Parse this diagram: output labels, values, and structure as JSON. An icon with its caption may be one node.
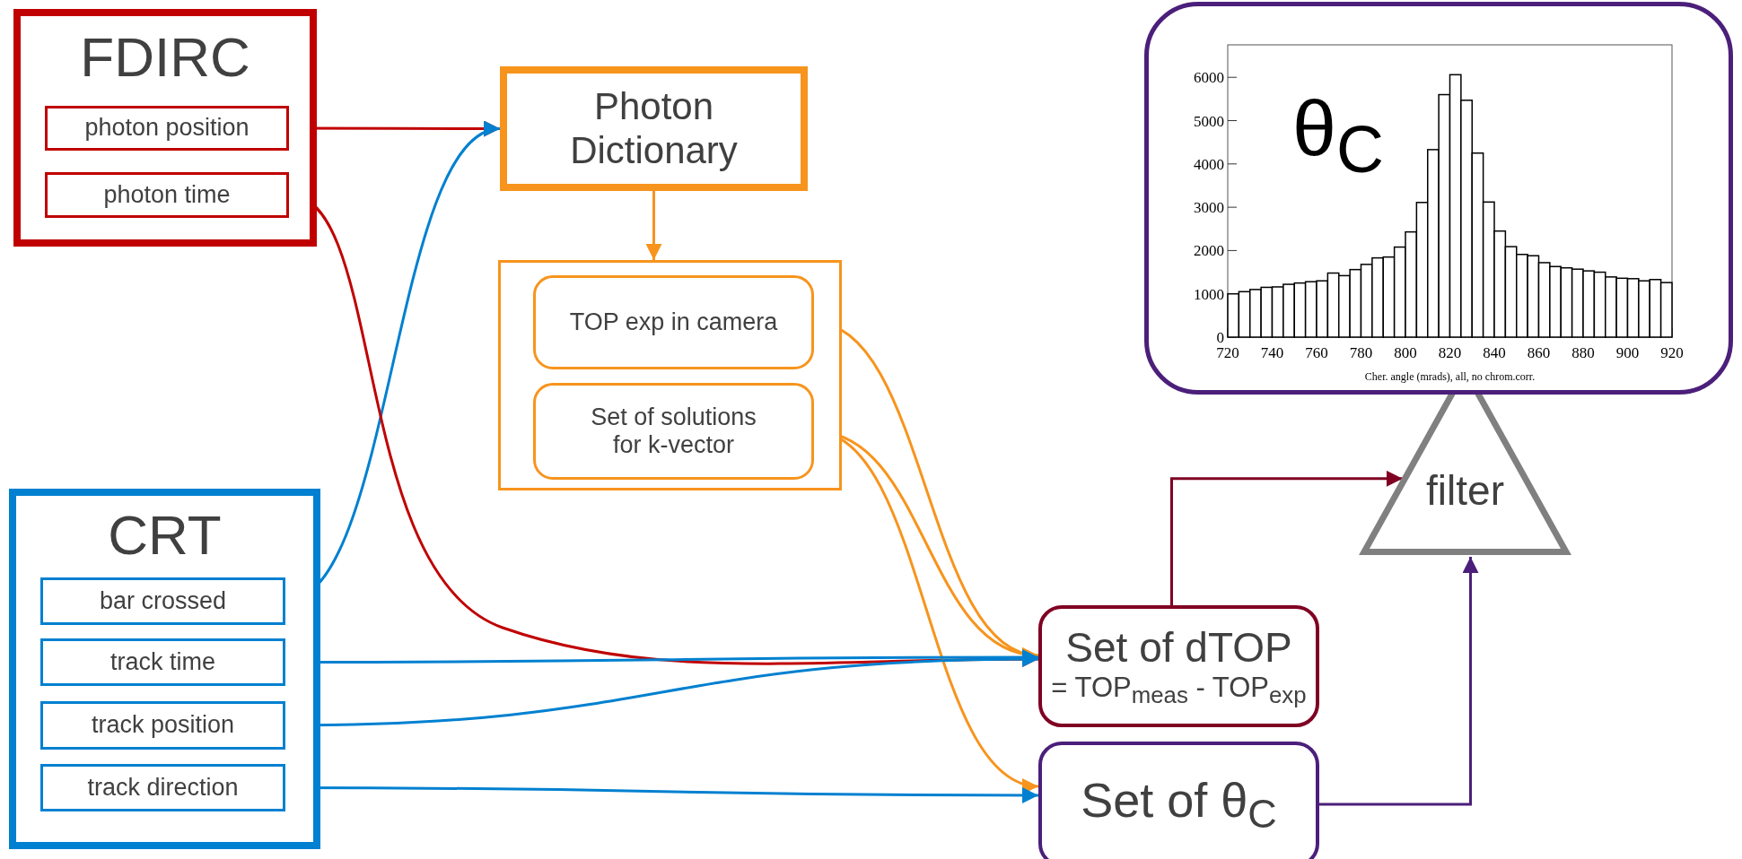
{
  "diagram": {
    "nodes": [
      {
        "text": [
          "FDIRC"
        ]
      },
      {
        "text": [
          "photon position"
        ],
        "in": 0
      },
      {
        "text": [
          "photon time"
        ],
        "in": 0
      },
      {
        "text": [
          "CRT"
        ]
      },
      {
        "text": [
          "bar crossed"
        ],
        "in": 3
      },
      {
        "text": [
          "track time"
        ],
        "in": 3
      },
      {
        "text": [
          "track position"
        ],
        "in": 3
      },
      {
        "text": [
          "track direction"
        ],
        "in": 3
      },
      {
        "text": [
          "Photon Dictionary"
        ]
      },
      {
        "text": [],
        "shape": "box"
      },
      {
        "text": [
          "TOP exp in camera"
        ],
        "in": 9
      },
      {
        "text": [
          "Set of solutions for k-vector"
        ],
        "in": 9
      },
      {
        "text": [
          "Set of dTOP",
          "= TOP$_{meas}$ - TOP$_{exp}$"
        ]
      },
      {
        "text": [
          "Set of θ$_{C}$"
        ]
      },
      {
        "text": [
          "filter"
        ]
      },
      {
        "text": [
          "θ$_{C}$"
        ]
      }
    ],
    "edges": [
      {
        "from": 1,
        "to": 8,
        "arrow": "to",
        "color": "#c00000"
      },
      {
        "from": 4,
        "to": 8,
        "arrow": "to",
        "color": "#0080d0"
      },
      {
        "from": 8,
        "to": 9,
        "arrow": "to",
        "color": "#f7941d"
      },
      {
        "from": 2,
        "to": 12,
        "arrow": "to",
        "color": "#c00000"
      },
      {
        "from": 10,
        "to": 12,
        "arrow": "to",
        "color": "#f7941d"
      },
      {
        "from": 11,
        "to": 12,
        "arrow": "to",
        "color": "#f7941d"
      },
      {
        "from": 11,
        "to": 13,
        "arrow": "to",
        "color": "#f7941d"
      },
      {
        "from": 5,
        "to": 12,
        "arrow": "to",
        "color": "#0080d0"
      },
      {
        "from": 6,
        "to": 12,
        "arrow": "to",
        "color": "#0080d0"
      },
      {
        "from": 7,
        "to": 13,
        "arrow": "to",
        "color": "#0080d0"
      },
      {
        "from": 12,
        "to": 14,
        "arrow": "to",
        "color": "#7f0022"
      },
      {
        "from": 13,
        "to": 14,
        "arrow": "to",
        "color": "#4b1f7a"
      }
    ],
    "chart_data": {
      "type": "bar",
      "xlabel": "Cher. angle (mrads), all, no chrom.corr.",
      "x": [
        722.5,
        727.5,
        732.5,
        737.5,
        742.5,
        747.5,
        752.5,
        757.5,
        762.5,
        767.5,
        772.5,
        777.5,
        782.5,
        787.5,
        792.5,
        797.5,
        802.5,
        807.5,
        812.5,
        817.5,
        822.5,
        827.5,
        832.5,
        837.5,
        842.5,
        847.5,
        852.5,
        857.5,
        862.5,
        867.5,
        872.5,
        877.5,
        882.5,
        887.5,
        892.5,
        897.5,
        902.5,
        907.5,
        912.5,
        917.5
      ],
      "series": [
        {
          "color": "#ffffff",
          "values": [
            1000,
            1050,
            1100,
            1150,
            1160,
            1220,
            1250,
            1280,
            1300,
            1480,
            1420,
            1560,
            1680,
            1830,
            1850,
            2080,
            2430,
            3110,
            4330,
            5600,
            6060,
            5470,
            4250,
            3120,
            2450,
            2090,
            1910,
            1880,
            1720,
            1630,
            1600,
            1570,
            1530,
            1500,
            1390,
            1360,
            1350,
            1300,
            1330,
            1260
          ]
        }
      ],
      "xlim": [
        720,
        920
      ],
      "ylim": [
        0,
        6750
      ],
      "xticks": [
        720,
        740,
        760,
        780,
        800,
        820,
        840,
        860,
        880,
        900,
        920
      ],
      "yticks": [
        0,
        1000,
        2000,
        3000,
        4000,
        5000,
        6000
      ]
    }
  }
}
